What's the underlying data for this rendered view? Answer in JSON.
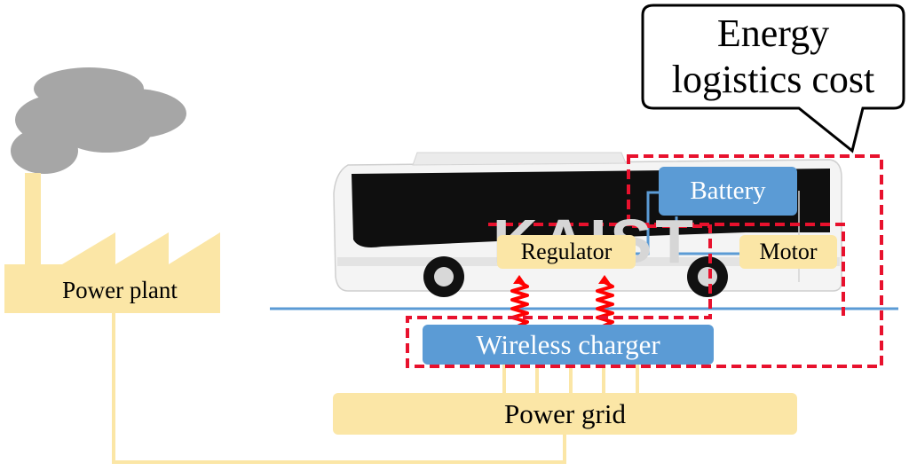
{
  "labels": {
    "power_plant": "Power plant",
    "power_grid": "Power grid",
    "wireless_charger": "Wireless charger",
    "battery": "Battery",
    "regulator": "Regulator",
    "motor": "Motor",
    "callout_line1": "Energy",
    "callout_line2": "logistics cost",
    "bus_logo": "KAIST"
  },
  "colors": {
    "component_fill": "#fbe6a6",
    "charger_fill": "#5b9bd5",
    "highlight_dash": "#e8112d",
    "smoke": "#a6a6a6",
    "road": "#5b9bd5",
    "power_line": "#fbe6a6"
  }
}
